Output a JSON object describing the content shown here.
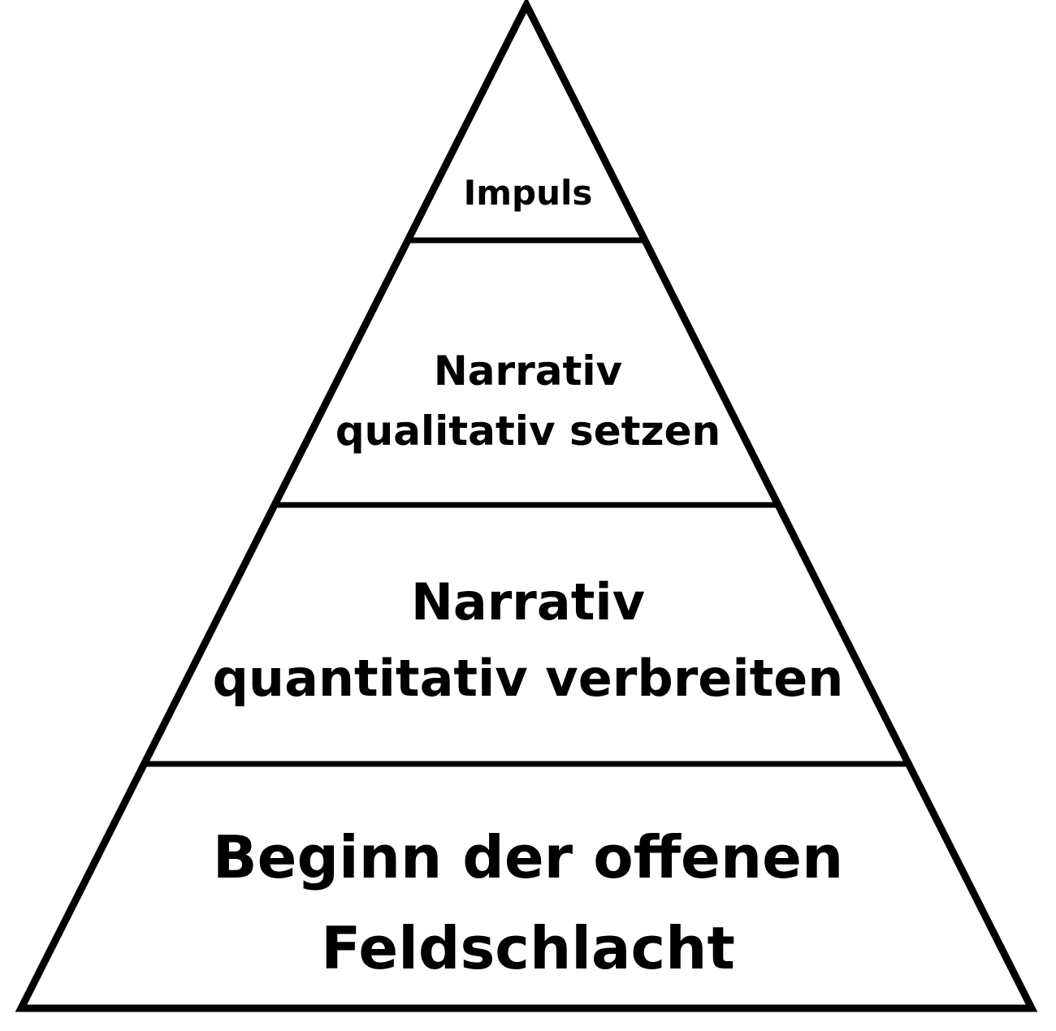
{
  "diagram": {
    "type": "pyramid",
    "stroke_color": "#000000",
    "fill_color": "#ffffff",
    "levels": [
      {
        "lines": [
          "Impuls"
        ]
      },
      {
        "lines": [
          "Narrativ",
          "qualitativ setzen"
        ]
      },
      {
        "lines": [
          "Narrativ",
          "quantitativ verbreiten"
        ]
      },
      {
        "lines": [
          "Beginn der offenen",
          "Feldschlacht"
        ]
      }
    ]
  }
}
